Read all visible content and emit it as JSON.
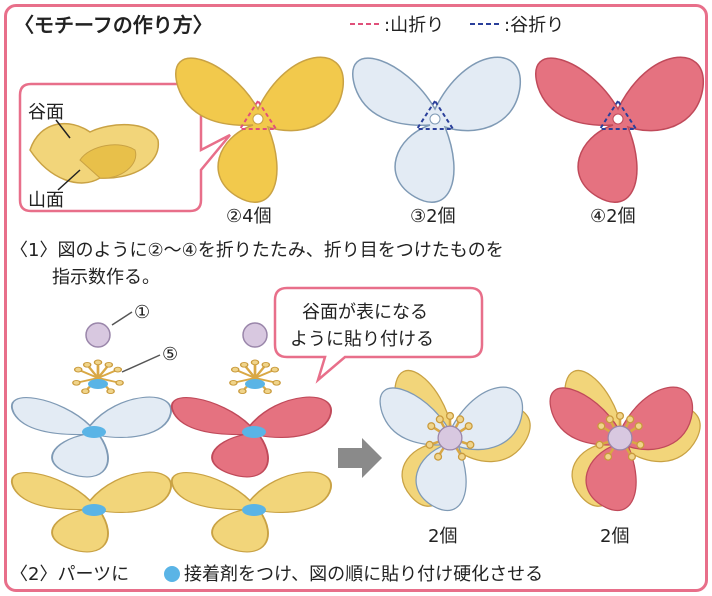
{
  "title": "〈モチーフの作り方〉",
  "legend": {
    "mountain_fold": ":山折り",
    "valley_fold": ":谷折り",
    "mountain_color": "#e0507a",
    "valley_color": "#2a3f9a"
  },
  "inset": {
    "valley_face": "谷面",
    "mountain_face": "山面"
  },
  "motifs": [
    {
      "label": "②4個",
      "color": "#f2c94c"
    },
    {
      "label": "③2個",
      "color": "#e3ebf4"
    },
    {
      "label": "④2個",
      "color": "#e57280"
    }
  ],
  "step1": {
    "line1": "〈1〉図のように②〜④を折りたたみ、折り目をつけたものを",
    "line2": "指示数作る。"
  },
  "callouts": {
    "part1": "①",
    "part5": "⑤"
  },
  "speech": {
    "line1": "谷面が表になる",
    "line2": "ように貼り付ける"
  },
  "results": [
    {
      "label": "2個"
    },
    {
      "label": "2個"
    }
  ],
  "step2": {
    "prefix": "〈2〉パーツに",
    "suffix": "接着剤をつけ、図の順に貼り付け硬化させる"
  },
  "colors": {
    "glue": "#5ab4e6",
    "bead": "#d8c8e0",
    "stamen": "#e8c27a",
    "border": "#e86f8a"
  }
}
